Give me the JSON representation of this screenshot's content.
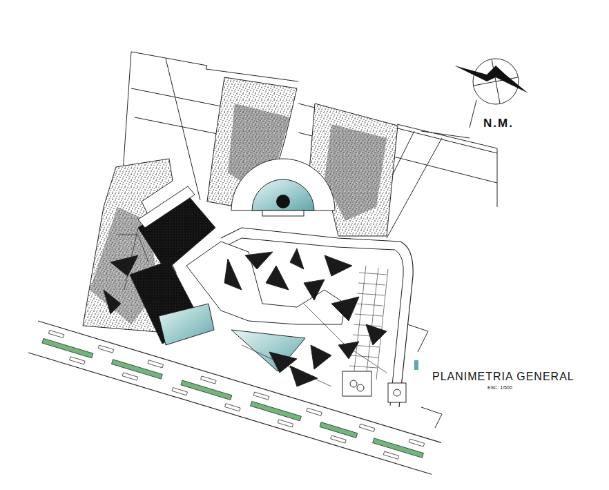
{
  "diagram": {
    "title": "PLANIMETRIA GENERAL",
    "labels": [
      "ESC: 1/500",
      "N.M."
    ]
  }
}
